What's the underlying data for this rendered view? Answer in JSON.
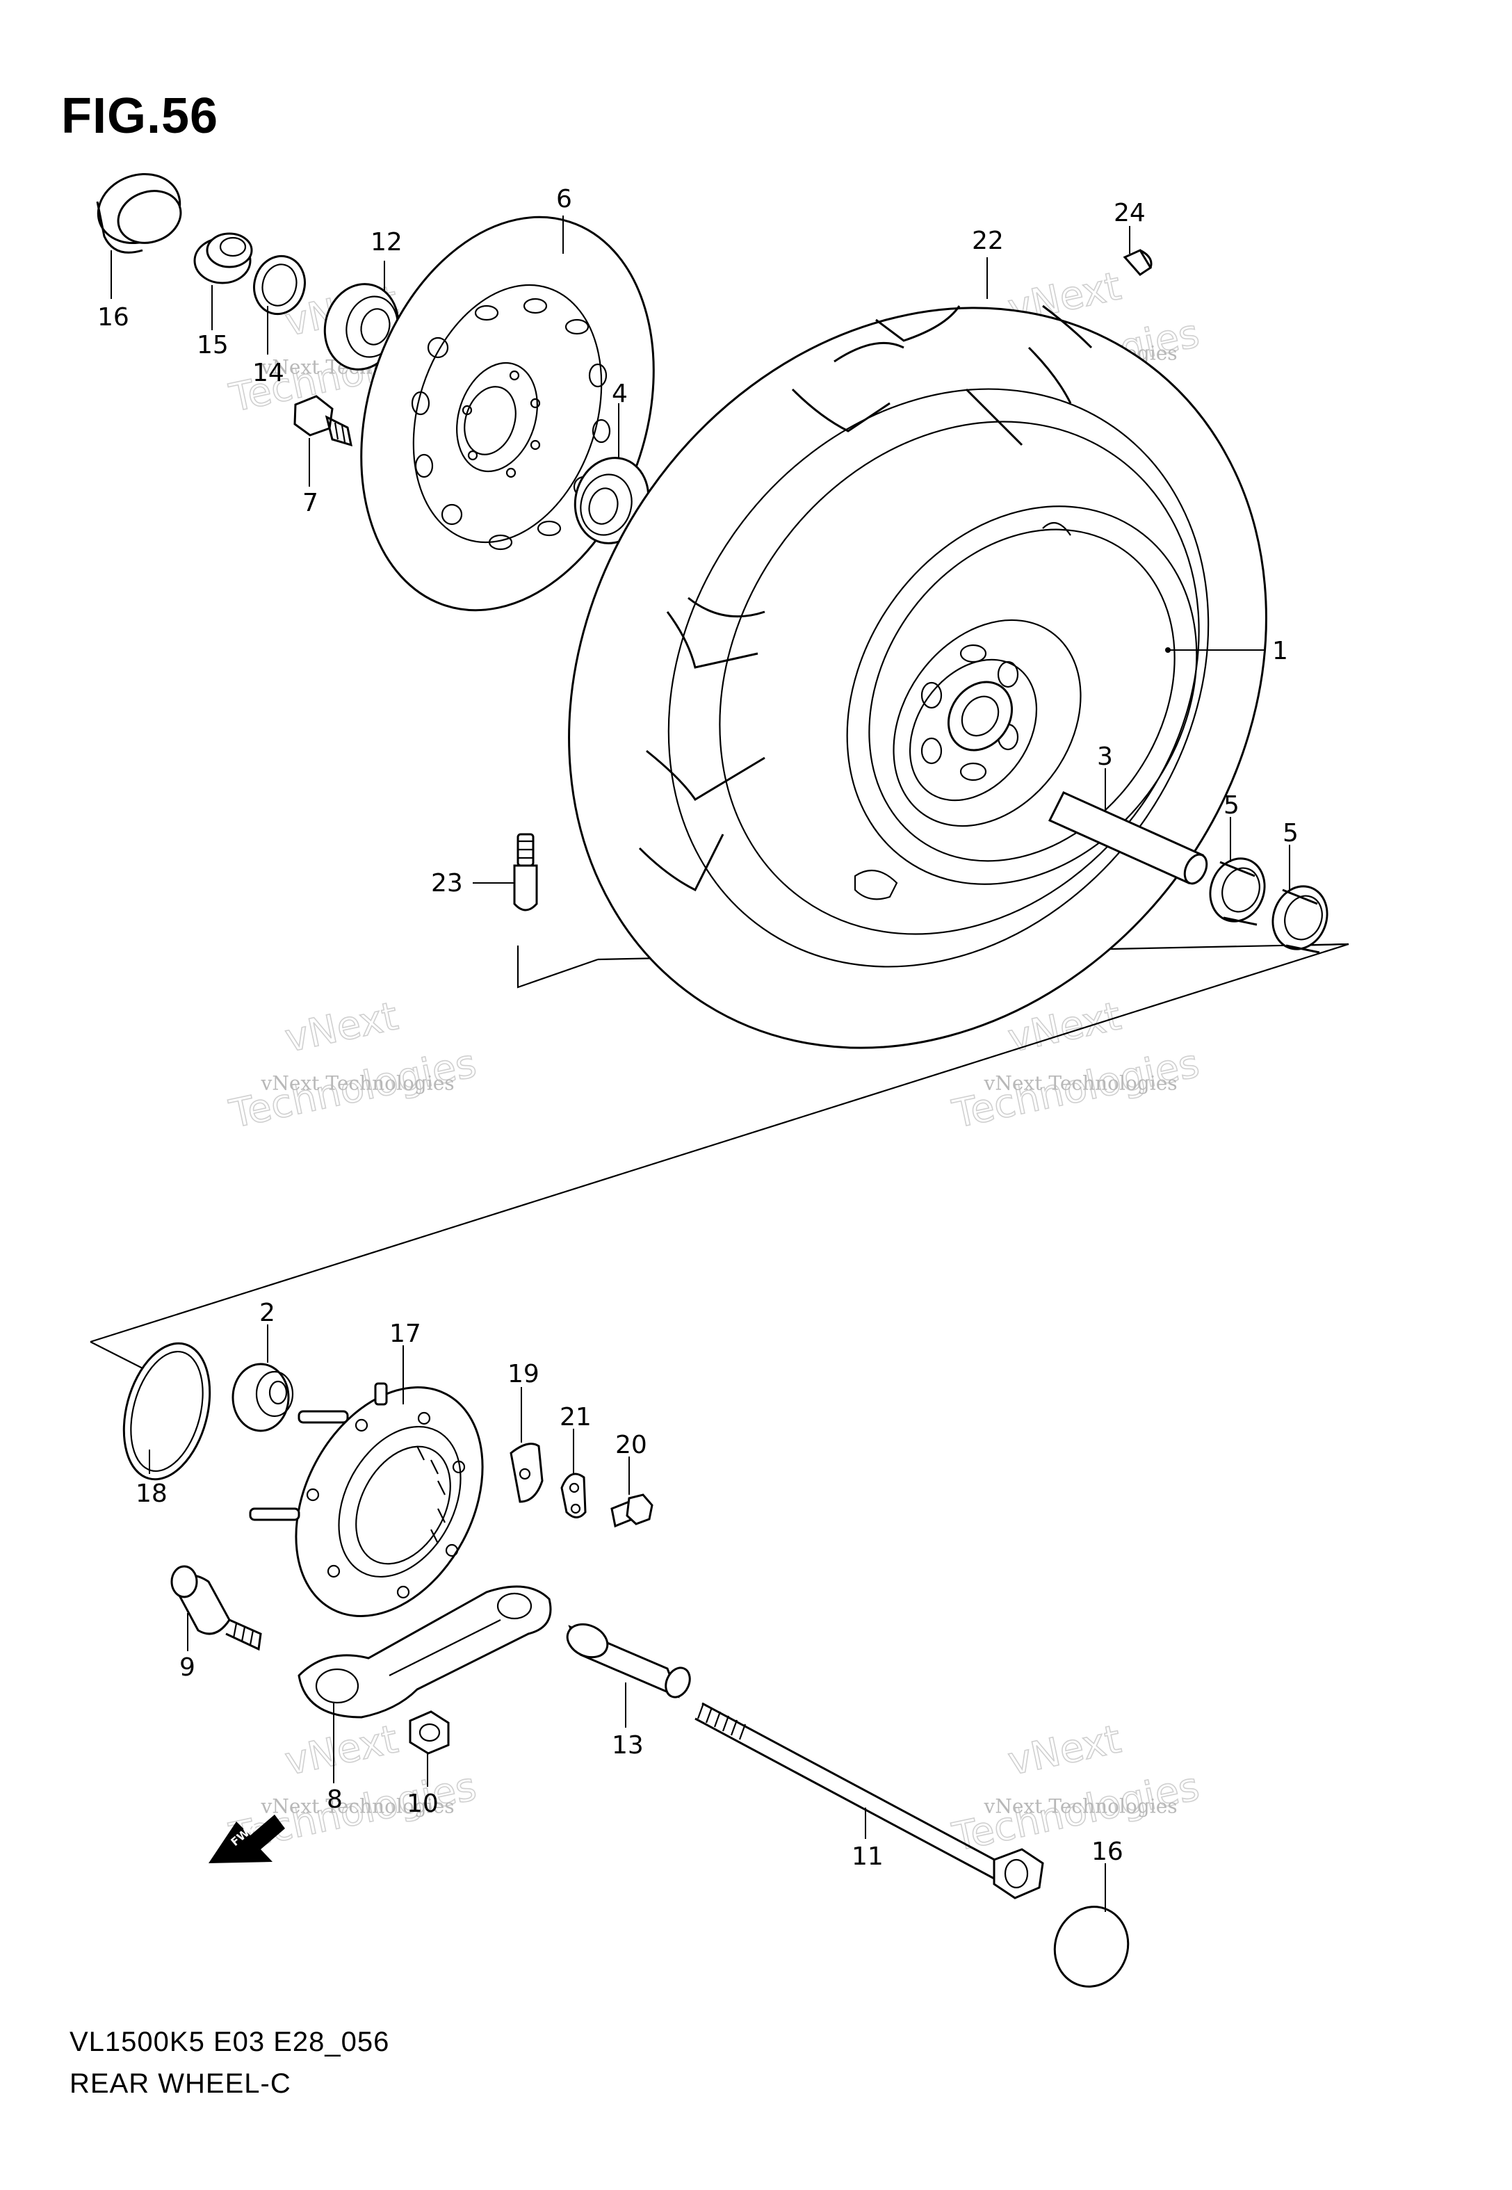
{
  "figure": {
    "title": "FIG.56",
    "model_code": "VL1500K5 E03 E28_056",
    "section_name": "REAR WHEEL-C"
  },
  "watermark": {
    "line1": "vNext Technologies",
    "line2": "vNext",
    "line3": "Technologies"
  },
  "fwd_marker": "FWD",
  "callouts": [
    "1",
    "2",
    "3",
    "4",
    "5",
    "5",
    "6",
    "7",
    "8",
    "9",
    "10",
    "11",
    "12",
    "13",
    "14",
    "15",
    "16",
    "16",
    "17",
    "18",
    "19",
    "20",
    "21",
    "22",
    "23",
    "24"
  ]
}
